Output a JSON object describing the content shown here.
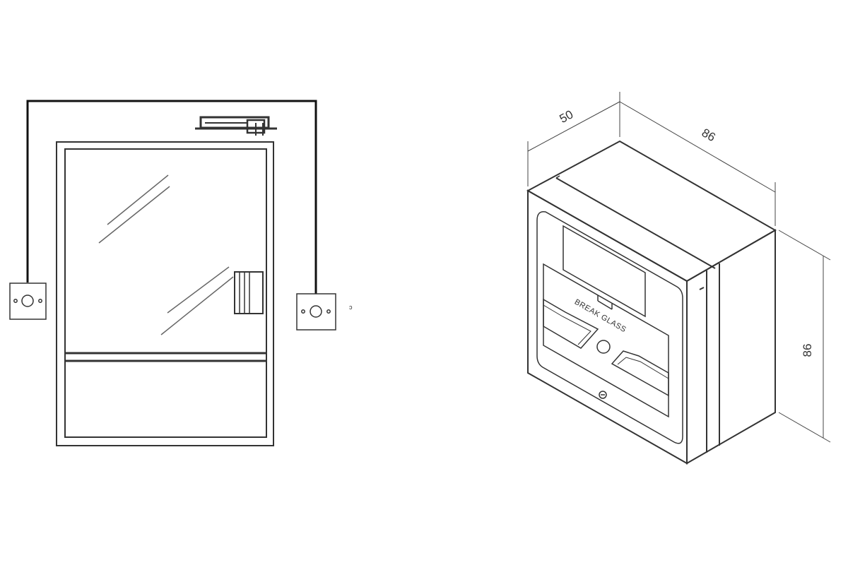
{
  "dimensions": {
    "depth": "50",
    "width": "86",
    "height": "86"
  },
  "button_label": "BREAK GLASS",
  "stray_mark": "ɔ",
  "colors": {
    "line": "#333333",
    "wire": "#111111",
    "glass_reflection": "#666666",
    "background": "#ffffff"
  }
}
